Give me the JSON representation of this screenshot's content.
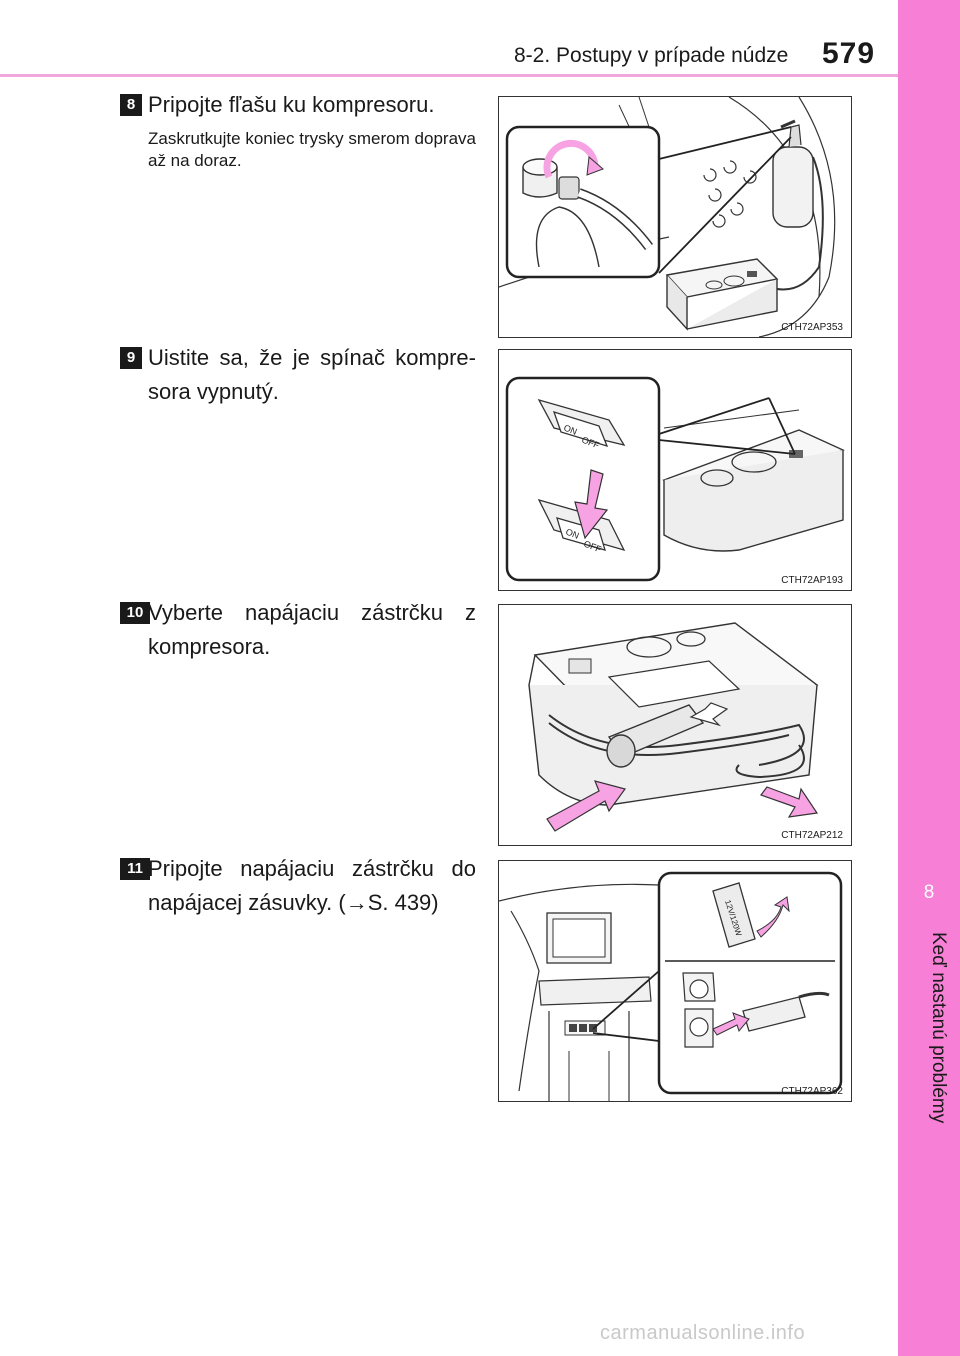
{
  "header": {
    "section_title": "8-2. Postupy v prípade núdze",
    "page_number": "579"
  },
  "sidebar": {
    "chapter_number": "8",
    "chapter_title": "Keď nastanú problémy"
  },
  "steps": [
    {
      "number": "8",
      "text": "Pripojte fľašu ku kompresoru.",
      "note": "Zaskrutkujte koniec trysky smerom doprava až na doraz.",
      "figure_code": "CTH72AP353"
    },
    {
      "number": "9",
      "text": "Uistite sa, že je spínač kompre-sora vypnutý.",
      "figure_code": "CTH72AP193"
    },
    {
      "number": "10",
      "text": "Vyberte napájaciu zástrčku z kompresora.",
      "figure_code": "CTH72AP212"
    },
    {
      "number": "11",
      "text": "Pripojte napájaciu zástrčku do napájacej zásuvky. (→S. 439)",
      "figure_code": "CTH72AP362"
    }
  ],
  "figure_labels": {
    "switch_on": "ON",
    "switch_off": "OFF",
    "socket_cap": "12V/120W"
  },
  "watermark": "carmanualsonline.info",
  "colors": {
    "sidebar": "#f77fd6",
    "header_rule": "#f2a6dc",
    "arrow": "#f7a3e3"
  }
}
